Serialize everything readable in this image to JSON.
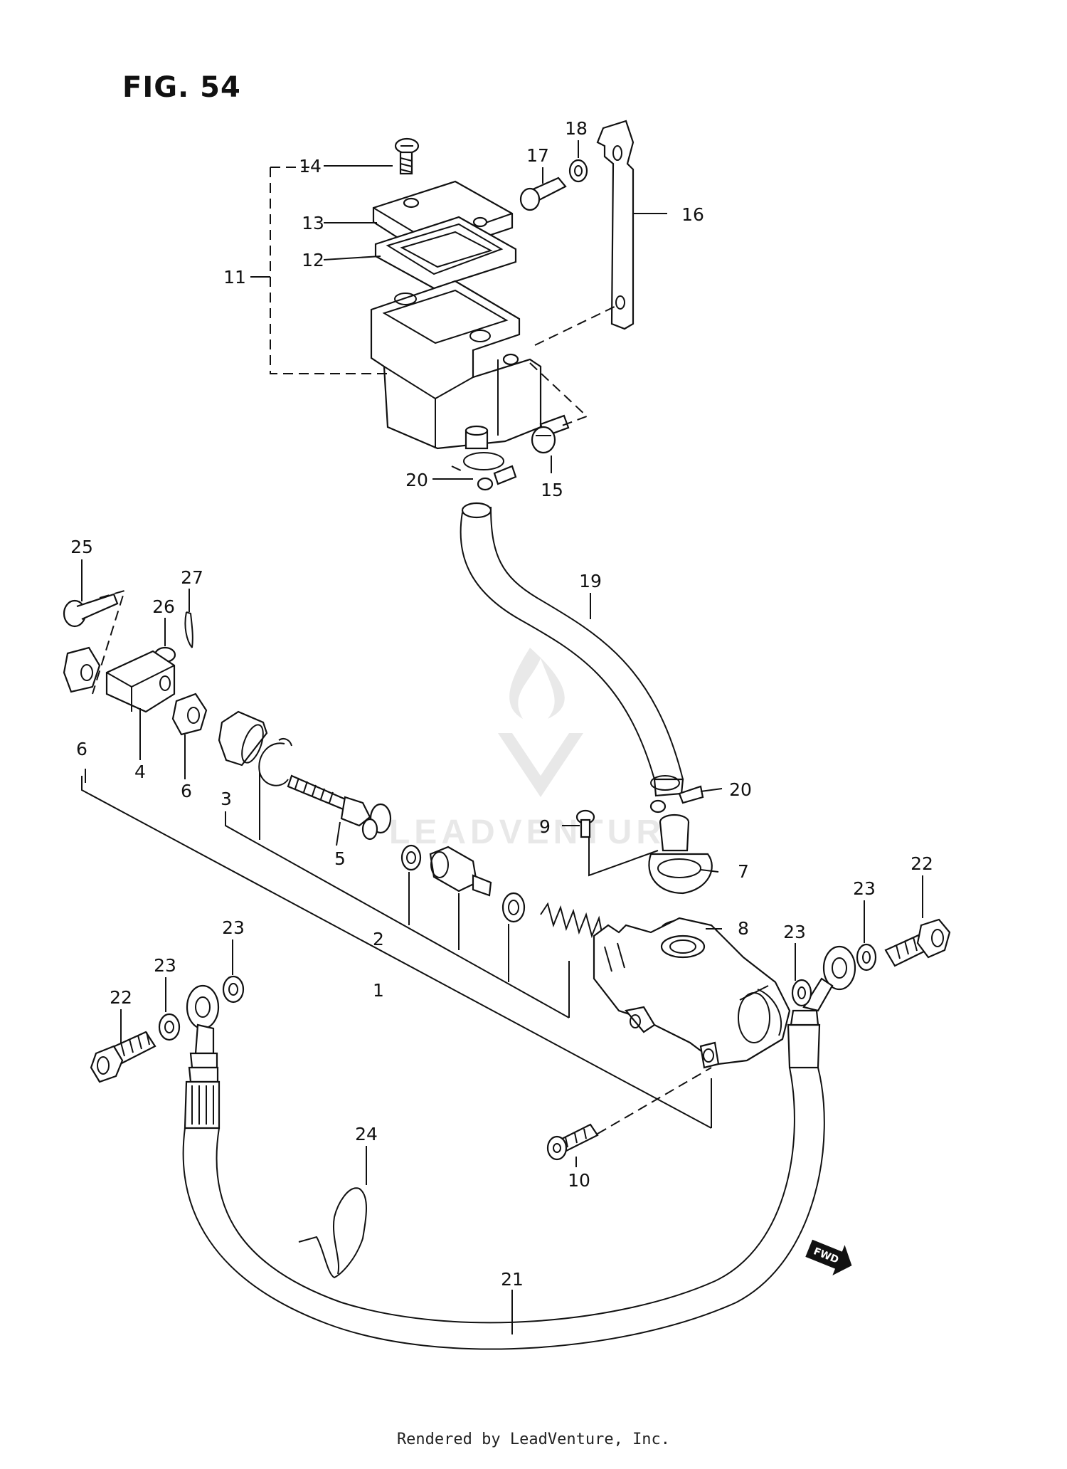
{
  "figure_title": "FIG. 54",
  "footer_text": "Rendered by LeadVenture, Inc.",
  "watermark_text": "LEADVENTURE",
  "fwd_label": "FWD",
  "callouts": [
    {
      "id": "1",
      "text": "1"
    },
    {
      "id": "2",
      "text": "2"
    },
    {
      "id": "3",
      "text": "3"
    },
    {
      "id": "4",
      "text": "4"
    },
    {
      "id": "5",
      "text": "5"
    },
    {
      "id": "6a",
      "text": "6"
    },
    {
      "id": "6b",
      "text": "6"
    },
    {
      "id": "7",
      "text": "7"
    },
    {
      "id": "8",
      "text": "8"
    },
    {
      "id": "9",
      "text": "9"
    },
    {
      "id": "10",
      "text": "10"
    },
    {
      "id": "11",
      "text": "11"
    },
    {
      "id": "12",
      "text": "12"
    },
    {
      "id": "13",
      "text": "13"
    },
    {
      "id": "14",
      "text": "14"
    },
    {
      "id": "15",
      "text": "15"
    },
    {
      "id": "16",
      "text": "16"
    },
    {
      "id": "17",
      "text": "17"
    },
    {
      "id": "18",
      "text": "18"
    },
    {
      "id": "19",
      "text": "19"
    },
    {
      "id": "20a",
      "text": "20"
    },
    {
      "id": "20b",
      "text": "20"
    },
    {
      "id": "21",
      "text": "21"
    },
    {
      "id": "22a",
      "text": "22"
    },
    {
      "id": "22b",
      "text": "22"
    },
    {
      "id": "23a",
      "text": "23"
    },
    {
      "id": "23b",
      "text": "23"
    },
    {
      "id": "23c",
      "text": "23"
    },
    {
      "id": "23d",
      "text": "23"
    },
    {
      "id": "24",
      "text": "24"
    },
    {
      "id": "25",
      "text": "25"
    },
    {
      "id": "26",
      "text": "26"
    },
    {
      "id": "27",
      "text": "27"
    }
  ]
}
